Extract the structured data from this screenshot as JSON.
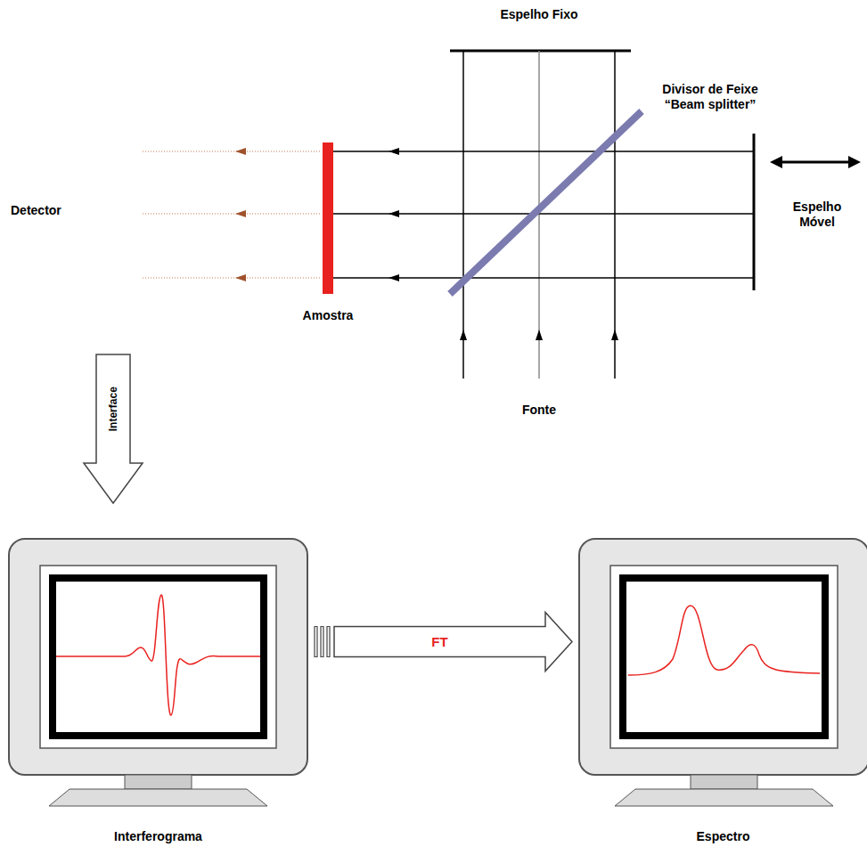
{
  "diagram": {
    "nodes": [
      {
        "text": [
          "Interferograma"
        ]
      },
      {
        "text": [
          "Espectro"
        ]
      }
    ],
    "edges": [
      {
        "from": 0,
        "to": 1,
        "label": "FT",
        "arrow": "to"
      }
    ],
    "labels": [
      "Espelho Fixo",
      "Divisor de Feixe “Beam splitter”",
      "Detector",
      "Espelho Móvel",
      "Amostra",
      "Fonte",
      "Interface"
    ]
  }
}
